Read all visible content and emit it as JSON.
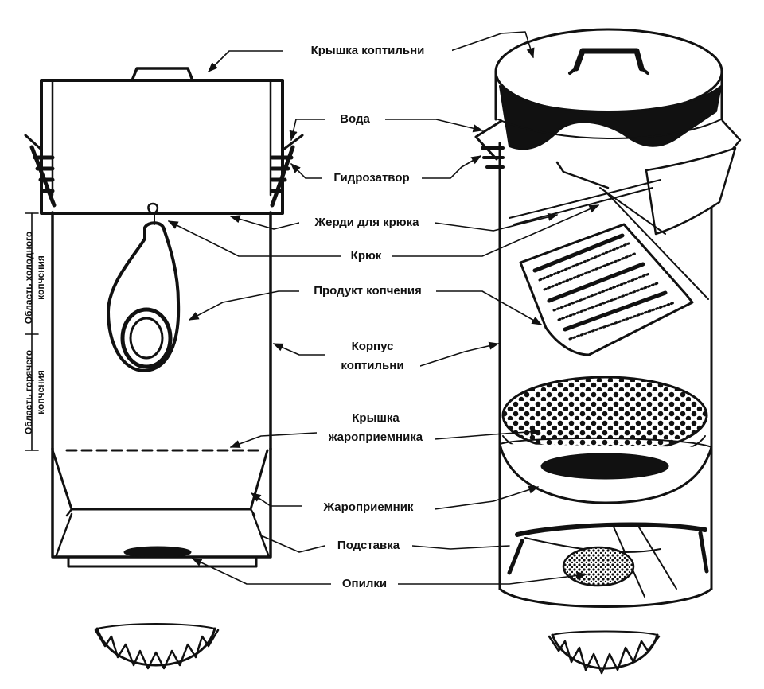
{
  "labels": {
    "lid": "Крышка коптильни",
    "water": "Вода",
    "water_seal": "Гидрозатвор",
    "hook_rods": "Жерди для крюка",
    "hook": "Крюк",
    "product": "Продукт копчения",
    "body_line1": "Корпус",
    "body_line2": "коптильни",
    "drip_lid_line1": "Крышка",
    "drip_lid_line2": "жароприемника",
    "drip_tray": "Жароприемник",
    "stand": "Подставка",
    "sawdust": "Опилки"
  },
  "zones": {
    "cold": "Область холодного копчения",
    "hot": "Область горячего копчения"
  }
}
